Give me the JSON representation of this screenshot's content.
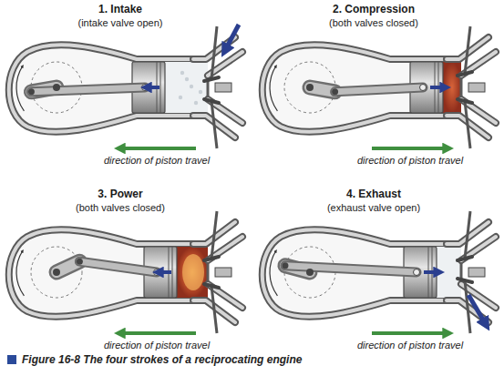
{
  "diagram": {
    "caption": "Figure 16-8 The four strokes of a reciprocating engine",
    "labels": [
      "1. Intake",
      "(intake valve open)",
      "2. Compression",
      "(both valves closed)",
      "direction of piston travel",
      "direction of piston travel",
      "3. Power",
      "(both valves closed)",
      "4. Exhaust",
      "(exhaust valve open)",
      "direction of piston travel",
      "direction of piston travel"
    ]
  }
}
